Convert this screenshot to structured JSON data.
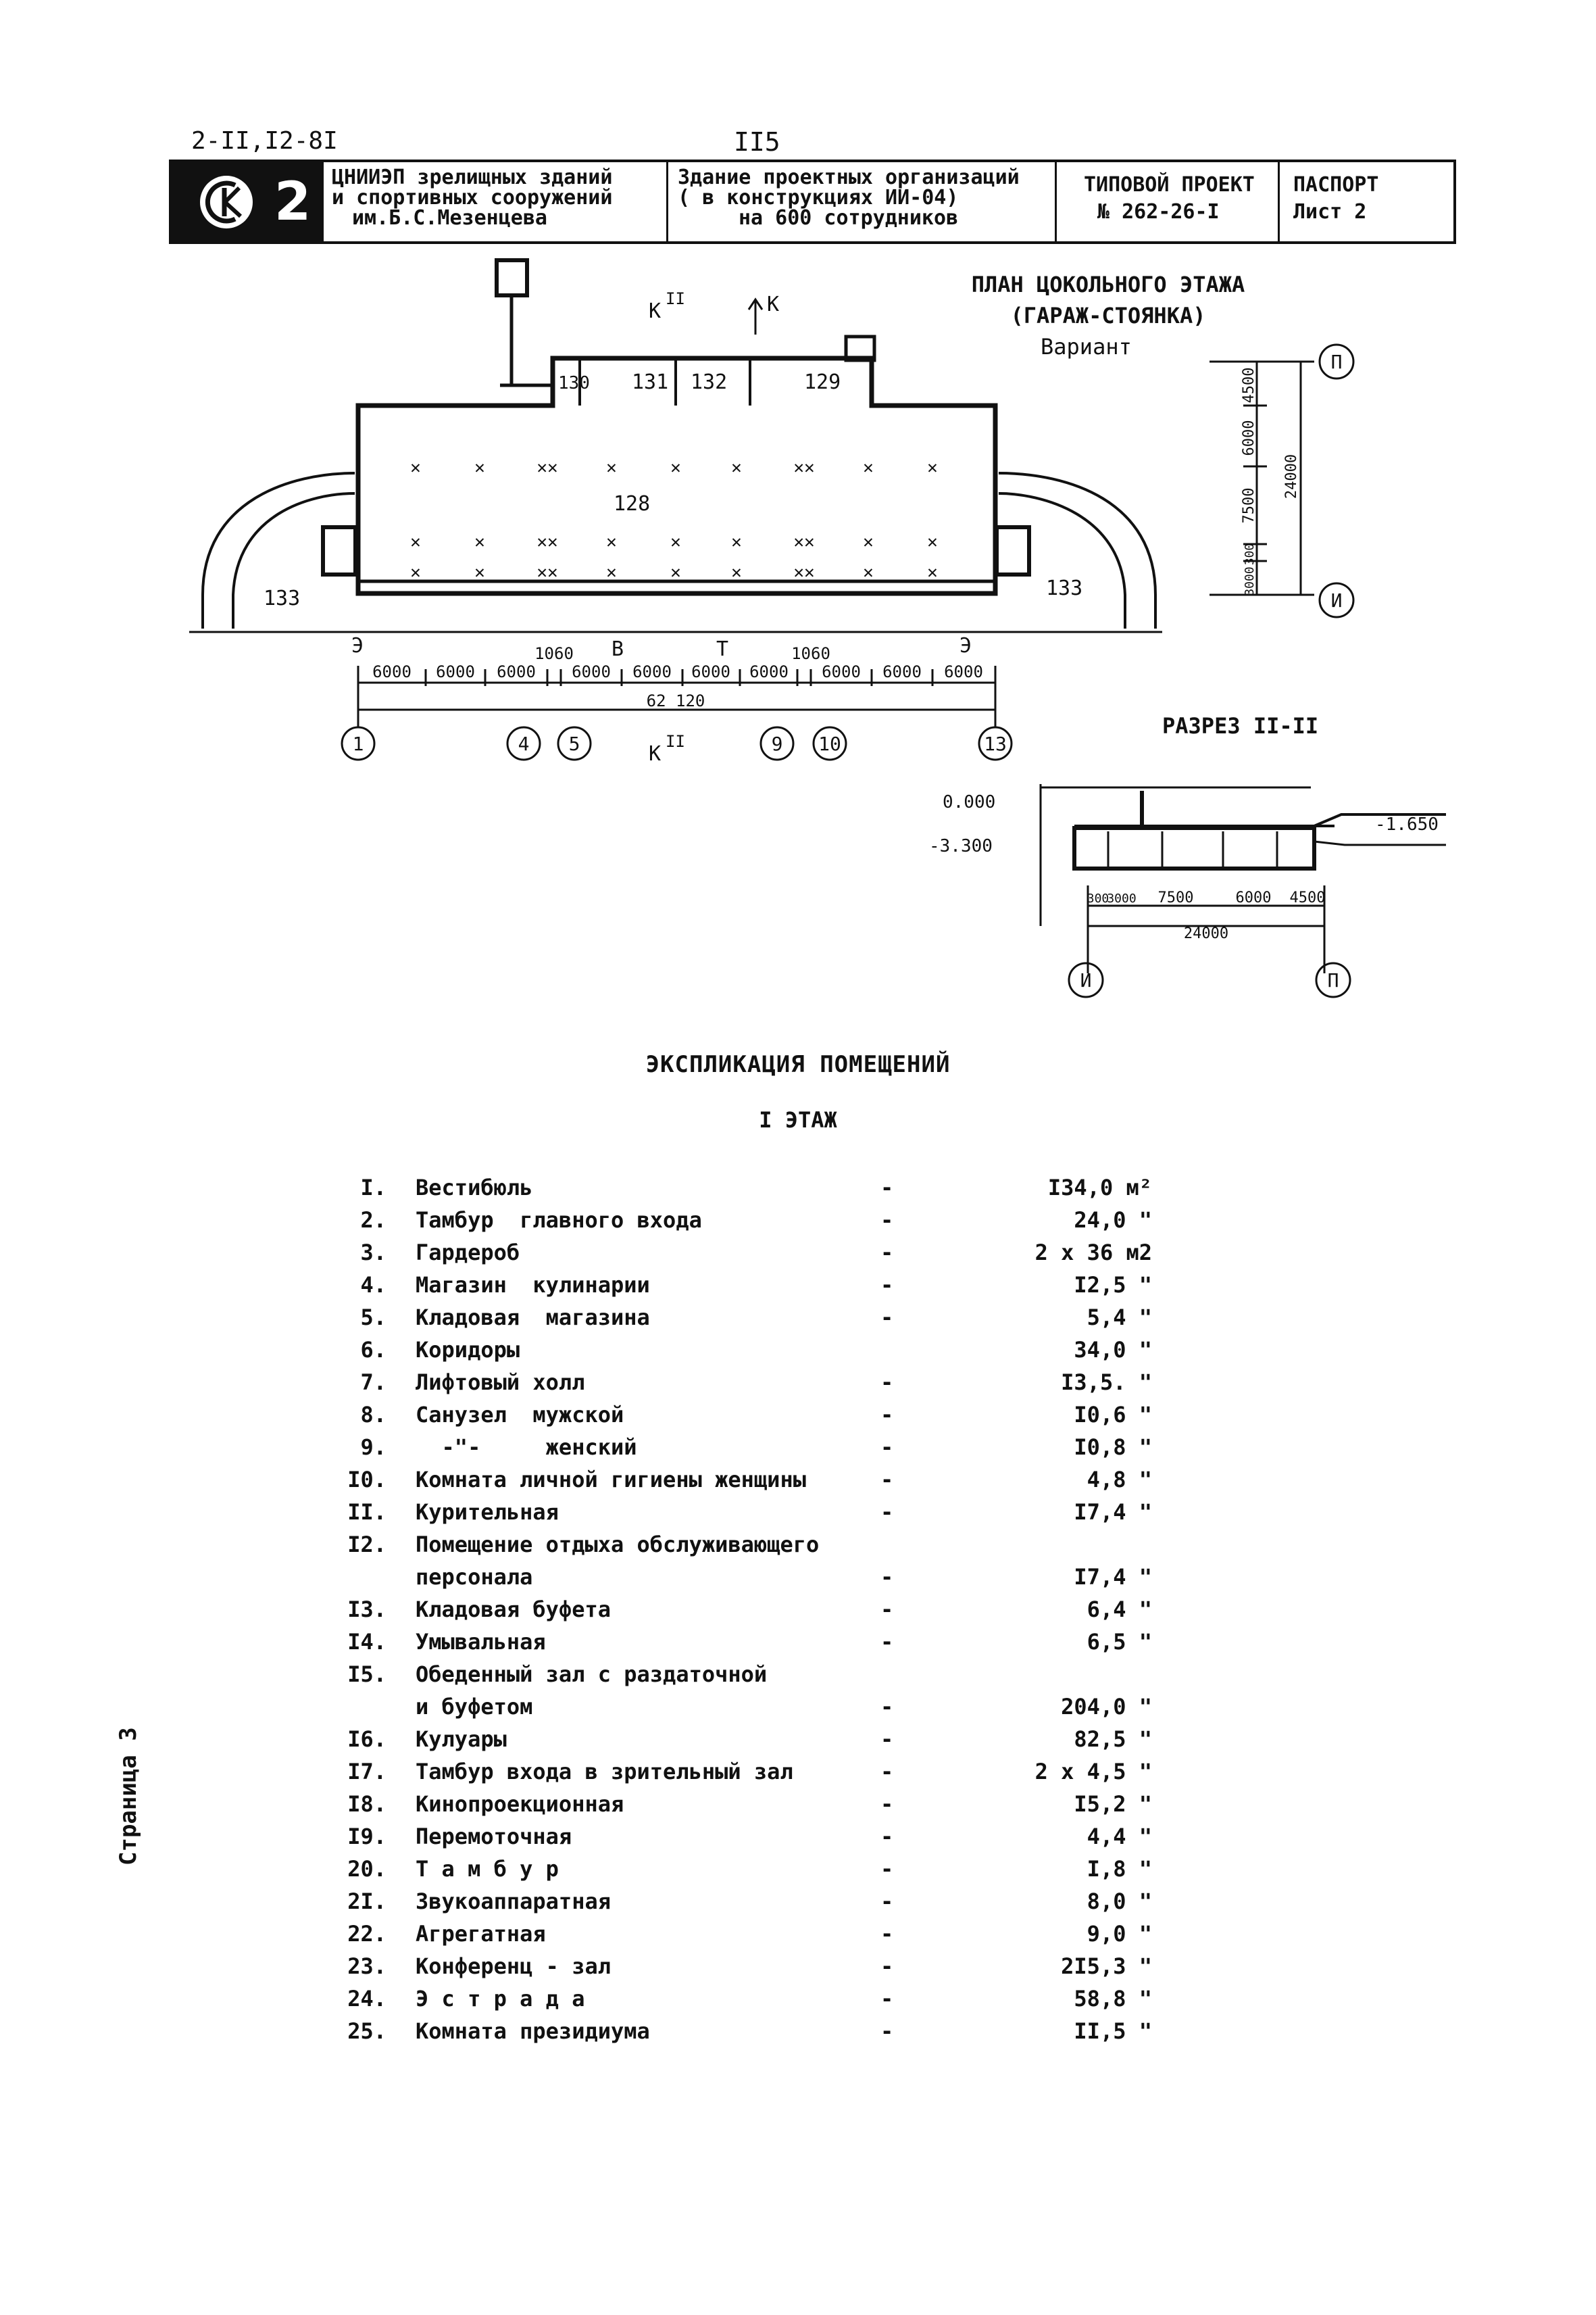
{
  "header": {
    "code": "2-II,I2-8I",
    "page": "II5"
  },
  "stamp": {
    "logo_number": "2",
    "org": [
      "ЦНИИЭП зрелищных зданий",
      "и спортивных сооружений",
      "им.Б.С.Мезенцева"
    ],
    "object": [
      "Здание проектных организаций",
      "( в конструкциях  ИИ-04)",
      "на 600 сотрудников"
    ],
    "project_label": "ТИПОВОЙ ПРОЕКТ",
    "project_no": "№ 262-26-I",
    "doc": "ПАСПОРТ",
    "sheet": "Лист 2"
  },
  "plan": {
    "title1": "ПЛАН ЦОКОЛЬНОГО ЭТАЖА",
    "title2": "(ГАРАЖ-СТОЯНКА)",
    "variant": "Вариант",
    "rooms": [
      "128",
      "129",
      "130",
      "131",
      "132",
      "133",
      "133"
    ],
    "markers": {
      "k_top": "К",
      "k_arrow": "К",
      "section": "II",
      "e": "Э",
      "v": "В",
      "t": "Т"
    },
    "dims_bottom": [
      "6000",
      "6000",
      "6000",
      "1060",
      "6000",
      "6000",
      "6000",
      "6000",
      "1060",
      "6000",
      "6000",
      "6000"
    ],
    "total": "62 120",
    "axes_bottom": [
      "1",
      "4",
      "5",
      "9",
      "10",
      "13"
    ],
    "dims_right": [
      "4500",
      "6000",
      "7500",
      "300",
      "3000",
      "24000"
    ],
    "axes_right": [
      "П",
      "И"
    ]
  },
  "section": {
    "title": "РАЗРЕЗ II-II",
    "levels": [
      "0.000",
      "-3.300",
      "-1.650"
    ],
    "dims": [
      "300",
      "3000",
      "7500",
      "6000",
      "4500"
    ],
    "total": "24000",
    "axes": [
      "И",
      "П"
    ]
  },
  "explication": {
    "title": "ЭКСПЛИКАЦИЯ  ПОМЕЩЕНИЙ",
    "floor": "I  ЭТАЖ",
    "rooms": [
      {
        "num": "I.",
        "name": "Вестибюль",
        "dash": "-",
        "area": "I34,0 м²"
      },
      {
        "num": "2.",
        "name": "Тамбур  главного входа",
        "dash": "-",
        "area": "24,0 \""
      },
      {
        "num": "3.",
        "name": "Гардероб",
        "dash": "-",
        "area": "2 х 36  м2"
      },
      {
        "num": "4.",
        "name": "Магазин  кулинарии",
        "dash": "-",
        "area": "I2,5  \""
      },
      {
        "num": "5.",
        "name": "Кладовая  магазина",
        "dash": "-",
        "area": "5,4  \""
      },
      {
        "num": "6.",
        "name": "Коридоры",
        "dash": "",
        "area": "34,0  \""
      },
      {
        "num": "7.",
        "name": "Лифтовый холл",
        "dash": "-",
        "area": "I3,5.  \""
      },
      {
        "num": "8.",
        "name": "Санузел  мужской",
        "dash": "-",
        "area": "I0,6  \""
      },
      {
        "num": "9.",
        "name": "  -\"-     женский",
        "dash": "-",
        "area": "I0,8  \""
      },
      {
        "num": "I0.",
        "name": "Комната личной гигиены женщины",
        "dash": "-",
        "area": "4,8  \""
      },
      {
        "num": "II.",
        "name": "Курительная",
        "dash": "-",
        "area": "I7,4  \""
      },
      {
        "num": "I2.",
        "name": "Помещение отдыха обслуживающего",
        "dash": "",
        "area": ""
      },
      {
        "num": "",
        "name": "персонала",
        "dash": "-",
        "area": "I7,4  \""
      },
      {
        "num": "I3.",
        "name": "Кладовая буфета",
        "dash": "-",
        "area": "6,4  \""
      },
      {
        "num": "I4.",
        "name": "Умывальная",
        "dash": "-",
        "area": "6,5  \""
      },
      {
        "num": "I5.",
        "name": "Обеденный зал с раздаточной",
        "dash": "",
        "area": ""
      },
      {
        "num": "",
        "name": "и буфетом",
        "dash": "-",
        "area": "204,0  \""
      },
      {
        "num": "I6.",
        "name": "Кулуары",
        "dash": "-",
        "area": "82,5  \""
      },
      {
        "num": "I7.",
        "name": "Тамбур входа в зрительный зал",
        "dash": "-",
        "area": "2 х 4,5 \""
      },
      {
        "num": "I8.",
        "name": "Кинопроекционная",
        "dash": "-",
        "area": "I5,2  \""
      },
      {
        "num": "I9.",
        "name": "Перемоточная",
        "dash": "-",
        "area": "4,4  \""
      },
      {
        "num": "20.",
        "name": "Т а м б у р",
        "dash": "-",
        "area": "I,8  \""
      },
      {
        "num": "2I.",
        "name": "Звукоаппаратная",
        "dash": "-",
        "area": "8,0  \""
      },
      {
        "num": "22.",
        "name": "Агрегатная",
        "dash": "-",
        "area": "9,0  \""
      },
      {
        "num": "23.",
        "name": "Конференц - зал",
        "dash": "-",
        "area": "2I5,3  \""
      },
      {
        "num": "24.",
        "name": "Э с т р а д а",
        "dash": "-",
        "area": "58,8  \""
      },
      {
        "num": "25.",
        "name": "Комната президиума",
        "dash": "-",
        "area": "II,5  \""
      }
    ]
  },
  "side_label": "Страница 3"
}
